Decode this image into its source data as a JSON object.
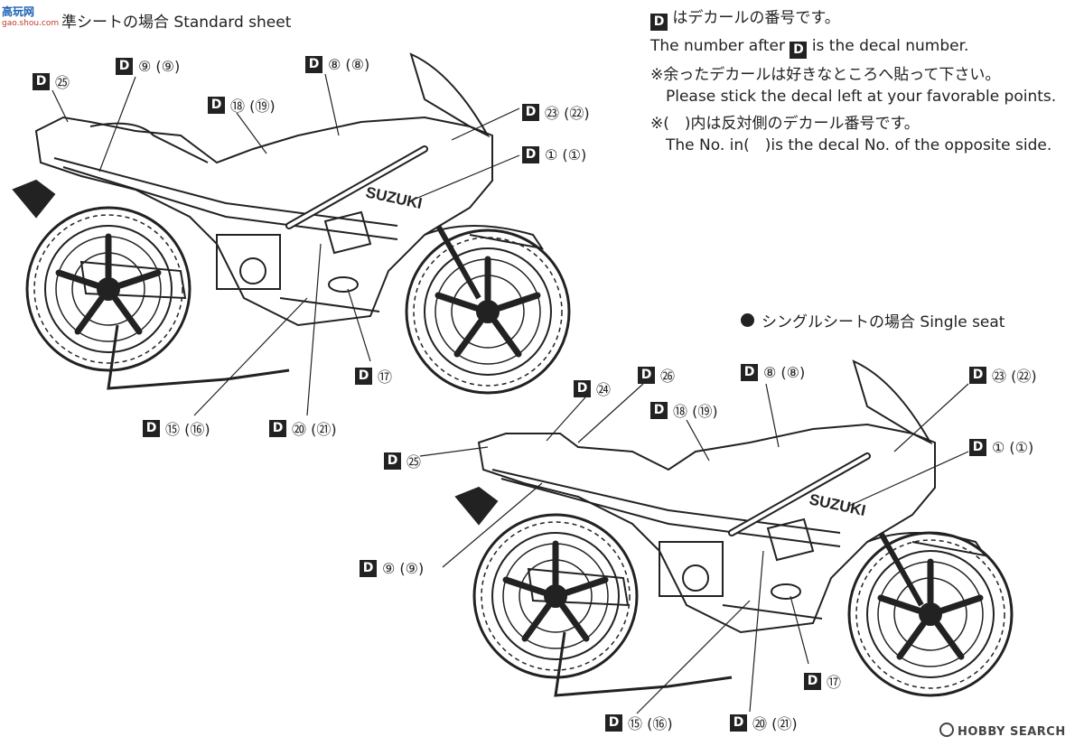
{
  "watermark_top": {
    "text": "高玩网",
    "sub": "gao.shou.com"
  },
  "watermark_bottom": {
    "text": "HOBBY SEARCH"
  },
  "standard": {
    "heading": "準シートの場合 Standard sheet"
  },
  "single": {
    "heading": "シングルシートの場合 Single seat"
  },
  "notes": {
    "badge": "D",
    "line1_jp": "はデカールの番号です。",
    "line1_en_pre": "The number after",
    "line1_en_post": "is the decal number.",
    "line2_jp": "※余ったデカールは好きなところへ貼って下さい。",
    "line2_en": "Please stick the decal left at your favorable points.",
    "line3_jp": "※(　)内は反対側のデカール番号です。",
    "line3_en": "The No. in(　)is the decal No. of the opposite side."
  },
  "bike_brand": "SUZUKI",
  "labels_standard": [
    {
      "id": "s25",
      "text": "㉕"
    },
    {
      "id": "s9",
      "text": "⑨ (⑨)"
    },
    {
      "id": "s18",
      "text": "⑱ (⑲)"
    },
    {
      "id": "s8",
      "text": "⑧ (⑧)"
    },
    {
      "id": "s23",
      "text": "㉓ (㉒)"
    },
    {
      "id": "s1",
      "text": "① (①)"
    },
    {
      "id": "s17",
      "text": "⑰"
    },
    {
      "id": "s15",
      "text": "⑮ (⑯)"
    },
    {
      "id": "s20",
      "text": "⑳ (㉑)"
    }
  ],
  "labels_single": [
    {
      "id": "g24",
      "text": "㉔"
    },
    {
      "id": "g26",
      "text": "㉖"
    },
    {
      "id": "g8",
      "text": "⑧ (⑧)"
    },
    {
      "id": "g23",
      "text": "㉓ (㉒)"
    },
    {
      "id": "g18",
      "text": "⑱ (⑲)"
    },
    {
      "id": "g1",
      "text": "① (①)"
    },
    {
      "id": "g25",
      "text": "㉕"
    },
    {
      "id": "g9",
      "text": "⑨ (⑨)"
    },
    {
      "id": "g17",
      "text": "⑰"
    },
    {
      "id": "g15",
      "text": "⑮ (⑯)"
    },
    {
      "id": "g20",
      "text": "⑳ (㉑)"
    }
  ]
}
